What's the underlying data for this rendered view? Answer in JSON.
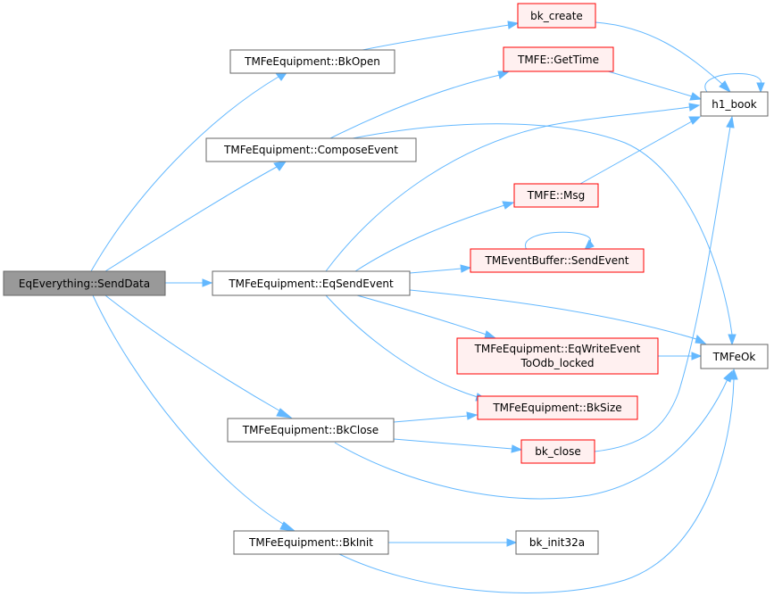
{
  "colors": {
    "edge": "#63b8ff",
    "root_fill": "#999999",
    "root_border": "#666666",
    "plain_fill": "#ffffff",
    "plain_border": "#666666",
    "red_fill": "#fff0f0",
    "red_border": "#ff0000"
  },
  "nodes": {
    "sendData": {
      "label": "EqEverything::SendData",
      "style": "root"
    },
    "bkOpen": {
      "label": "TMFeEquipment::BkOpen",
      "style": "plain"
    },
    "composeEvent": {
      "label": "TMFeEquipment::ComposeEvent",
      "style": "plain"
    },
    "eqSendEvent": {
      "label": "TMFeEquipment::EqSendEvent",
      "style": "plain"
    },
    "bkClose": {
      "label": "TMFeEquipment::BkClose",
      "style": "plain"
    },
    "bkInit": {
      "label": "TMFeEquipment::BkInit",
      "style": "plain"
    },
    "bkCreate": {
      "label": "bk_create",
      "style": "red"
    },
    "getTime": {
      "label": "TMFE::GetTime",
      "style": "red"
    },
    "msg": {
      "label": "TMFE::Msg",
      "style": "red"
    },
    "evbufSend": {
      "label": "TMEventBuffer::SendEvent",
      "style": "red"
    },
    "eqWriteOdb": {
      "label_line1": "TMFeEquipment::EqWriteEvent",
      "label_line2": "ToOdb_locked",
      "style": "red"
    },
    "bkSize": {
      "label": "TMFeEquipment::BkSize",
      "style": "red"
    },
    "bkCloseFn": {
      "label": "bk_close",
      "style": "red"
    },
    "bkInit32a": {
      "label": "bk_init32a",
      "style": "plain"
    },
    "h1Book": {
      "label": "h1_book",
      "style": "plain"
    },
    "tmfeOk": {
      "label": "TMFeOk",
      "style": "plain"
    }
  },
  "edges": [
    {
      "from": "EqEverything::SendData",
      "to": "TMFeEquipment::BkOpen"
    },
    {
      "from": "EqEverything::SendData",
      "to": "TMFeEquipment::ComposeEvent"
    },
    {
      "from": "EqEverything::SendData",
      "to": "TMFeEquipment::EqSendEvent"
    },
    {
      "from": "EqEverything::SendData",
      "to": "TMFeEquipment::BkClose"
    },
    {
      "from": "EqEverything::SendData",
      "to": "TMFeEquipment::BkInit"
    },
    {
      "from": "TMFeEquipment::BkOpen",
      "to": "bk_create"
    },
    {
      "from": "bk_create",
      "to": "h1_book"
    },
    {
      "from": "TMFeEquipment::ComposeEvent",
      "to": "TMFE::GetTime"
    },
    {
      "from": "TMFeEquipment::ComposeEvent",
      "to": "TMFeOk"
    },
    {
      "from": "TMFE::GetTime",
      "to": "h1_book"
    },
    {
      "from": "h1_book",
      "to": "h1_book"
    },
    {
      "from": "TMFeEquipment::EqSendEvent",
      "to": "h1_book"
    },
    {
      "from": "TMFeEquipment::EqSendEvent",
      "to": "TMFE::Msg"
    },
    {
      "from": "TMFeEquipment::EqSendEvent",
      "to": "TMEventBuffer::SendEvent"
    },
    {
      "from": "TMFeEquipment::EqSendEvent",
      "to": "TMFeEquipment::EqWriteEventToOdb_locked"
    },
    {
      "from": "TMFeEquipment::EqSendEvent",
      "to": "TMFeEquipment::BkSize"
    },
    {
      "from": "TMFeEquipment::EqSendEvent",
      "to": "TMFeOk"
    },
    {
      "from": "TMFE::Msg",
      "to": "h1_book"
    },
    {
      "from": "TMEventBuffer::SendEvent",
      "to": "TMEventBuffer::SendEvent"
    },
    {
      "from": "TMFeEquipment::EqWriteEventToOdb_locked",
      "to": "TMFeOk"
    },
    {
      "from": "TMFeEquipment::BkClose",
      "to": "TMFeEquipment::BkSize"
    },
    {
      "from": "TMFeEquipment::BkClose",
      "to": "bk_close"
    },
    {
      "from": "TMFeEquipment::BkClose",
      "to": "TMFeOk"
    },
    {
      "from": "bk_close",
      "to": "h1_book"
    },
    {
      "from": "TMFeEquipment::BkInit",
      "to": "bk_init32a"
    },
    {
      "from": "TMFeEquipment::BkInit",
      "to": "TMFeOk"
    }
  ]
}
